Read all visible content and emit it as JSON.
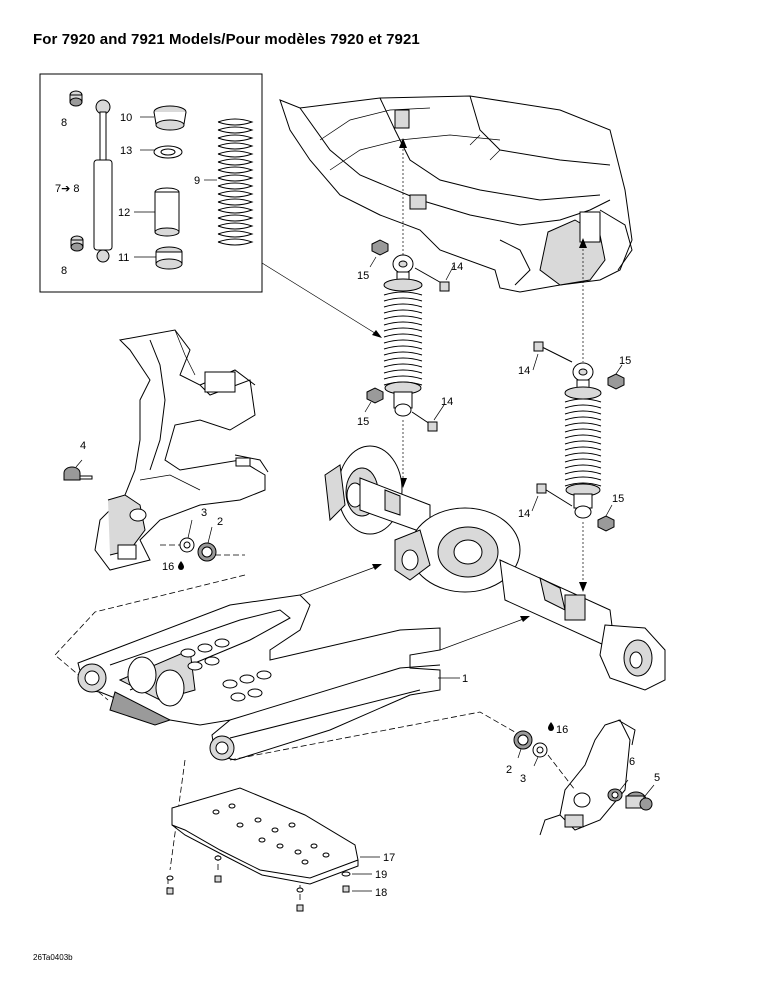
{
  "title": "For 7920 and 7921 Models/Pour modèles 7920 et 7921",
  "reference": "26Ta0403b",
  "callouts": {
    "c1": "1",
    "c2a": "2",
    "c2b": "2",
    "c3a": "3",
    "c3b": "3",
    "c4": "4",
    "c5": "5",
    "c6": "6",
    "c78": "7➔ 8",
    "c8a": "8",
    "c8b": "8",
    "c9": "9",
    "c10": "10",
    "c11": "11",
    "c12": "12",
    "c13": "13",
    "c14a": "14",
    "c14b": "14",
    "c14c": "14",
    "c14d": "14",
    "c15a": "15",
    "c15b": "15",
    "c15c": "15",
    "c15d": "15",
    "c16a": "16",
    "c16b": "16",
    "c17": "17",
    "c18": "18",
    "c19": "19"
  }
}
